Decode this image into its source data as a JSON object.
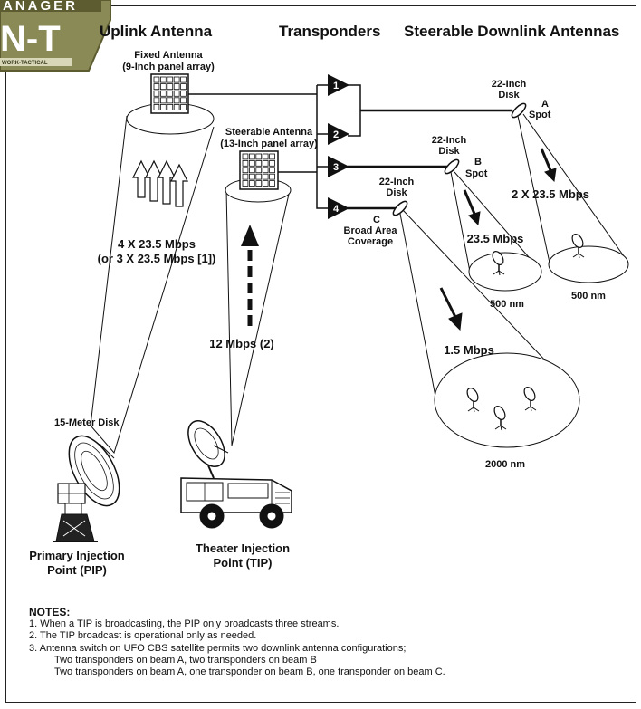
{
  "logo": {
    "top_text": "ANAGER",
    "mid_text": "N-T",
    "bottom_text": "WORK-TACTICAL",
    "colors": {
      "badge": "#8a8a56",
      "badge_edge": "#5c5c30",
      "banner": "#3c3c22"
    }
  },
  "headers": {
    "uplink": "Uplink Antenna",
    "transponders": "Transponders",
    "downlink": "Steerable Downlink Antennas"
  },
  "fixed_antenna": {
    "line1": "Fixed Antenna",
    "line2": "(9-Inch panel array)"
  },
  "steerable_antenna": {
    "line1": "Steerable Antenna",
    "line2": "(13-Inch panel array)"
  },
  "transponders": [
    "1",
    "2",
    "3",
    "4"
  ],
  "disk_a": {
    "line1": "22-Inch",
    "line2": "Disk",
    "beam": "A",
    "beam_type": "Spot"
  },
  "disk_b": {
    "line1": "22-Inch",
    "line2": "Disk",
    "beam": "B",
    "beam_type": "Spot"
  },
  "disk_c": {
    "line1": "22-Inch",
    "line2": "Disk",
    "beam": "C",
    "beam_type_1": "Broad Area",
    "beam_type_2": "Coverage"
  },
  "beams": {
    "uplink_pip_1": "4 X 23.5 Mbps",
    "uplink_pip_2": "(or 3 X 23.5 Mbps [1])",
    "uplink_tip": "12 Mbps (2)",
    "beam_a_rate": "2 X 23.5 Mbps",
    "beam_b_rate": "23.5 Mbps",
    "beam_c_rate": "1.5 Mbps",
    "beam_a_size": "500 nm",
    "beam_b_size": "500 nm",
    "beam_c_size": "2000 nm"
  },
  "pip": {
    "disk": "15-Meter Disk",
    "line1": "Primary Injection",
    "line2": "Point (PIP)"
  },
  "tip": {
    "line1": "Theater Injection",
    "line2": "Point (TIP)"
  },
  "notes": {
    "title": "NOTES:",
    "items": [
      "1. When a TIP is broadcasting, the PIP only broadcasts three streams.",
      "2. The TIP broadcast is operational only as needed.",
      "3. Antenna switch on UFO CBS satellite permits two downlink antenna configurations;"
    ],
    "sub_items": [
      "Two transponders on beam A, two transponders on beam B",
      "Two transponders on beam A, one transponder on beam B, one transponder on beam C."
    ]
  }
}
